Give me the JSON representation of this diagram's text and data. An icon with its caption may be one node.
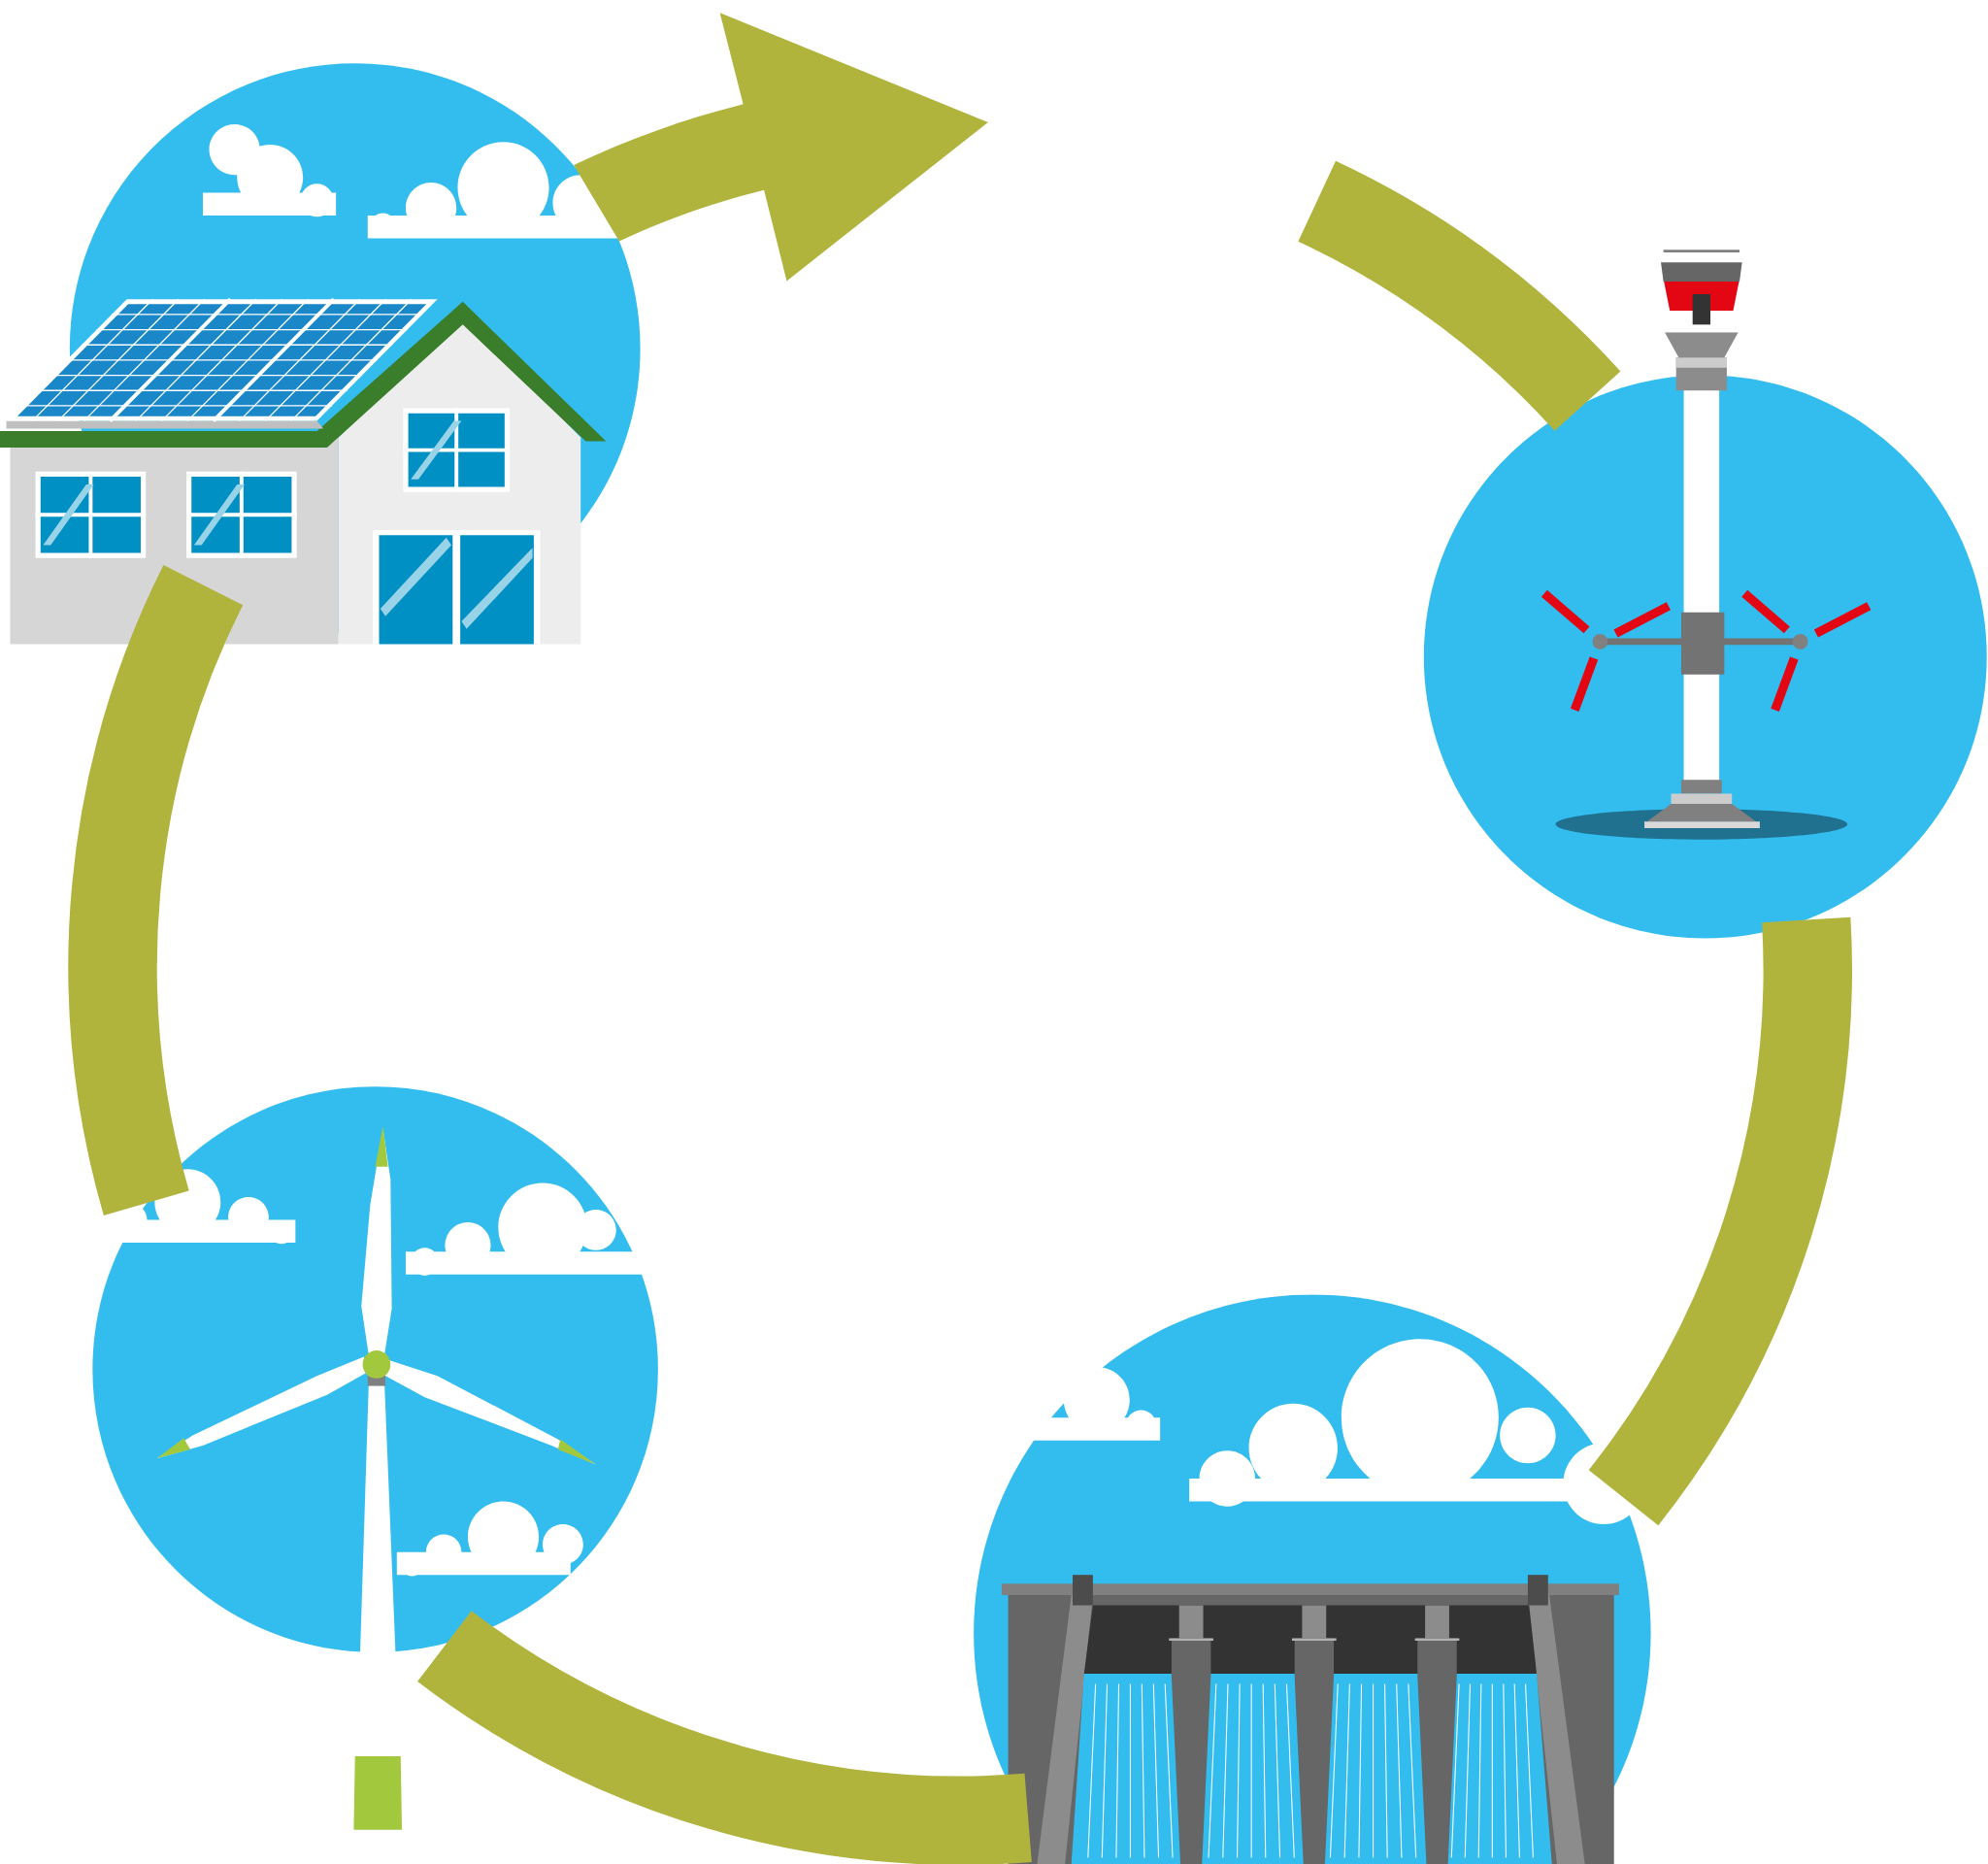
{
  "diagram": {
    "nodes": [
      {
        "text": [],
        "shape": "picture"
      },
      {
        "text": [],
        "shape": "picture"
      },
      {
        "text": [],
        "shape": "picture"
      },
      {
        "text": [],
        "shape": "picture"
      }
    ],
    "edges": [
      {
        "from": 0,
        "to": null,
        "arrow": "to"
      },
      {
        "from": null,
        "to": 1,
        "arrow": "none"
      },
      {
        "from": 1,
        "to": 3,
        "arrow": "none"
      },
      {
        "from": 3,
        "to": 2,
        "arrow": "none"
      },
      {
        "from": 2,
        "to": 0,
        "arrow": "none"
      }
    ]
  }
}
